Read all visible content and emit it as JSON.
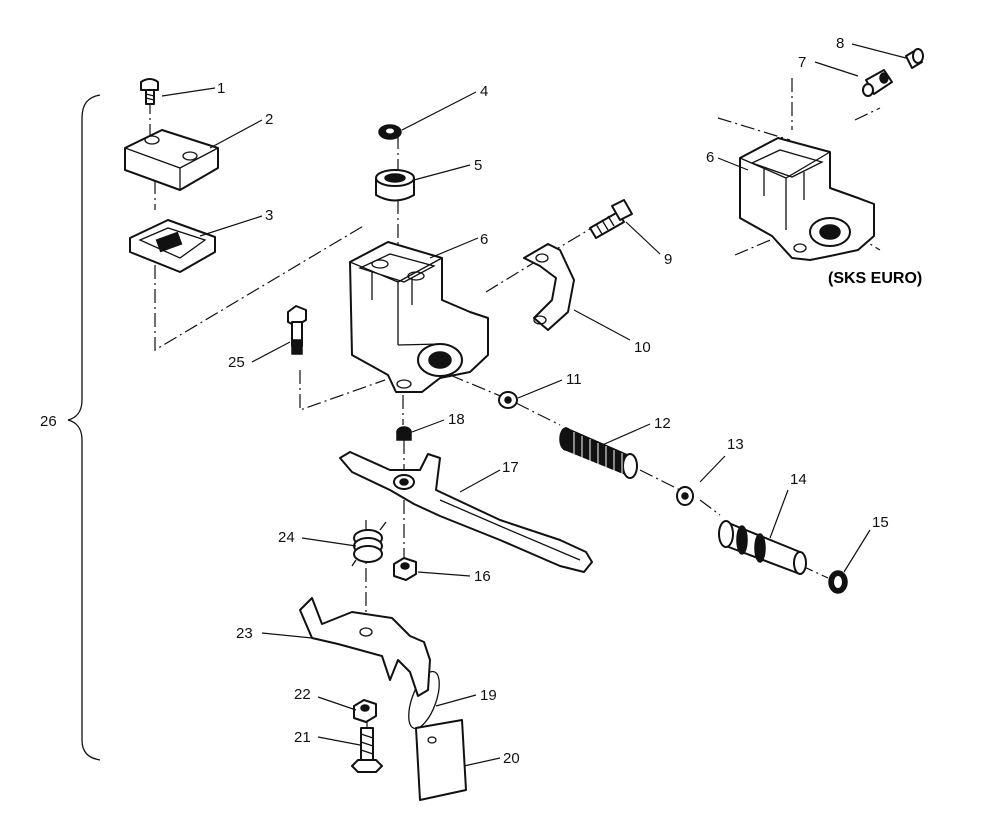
{
  "callouts": [
    "1",
    "2",
    "3",
    "4",
    "5",
    "6",
    "7",
    "8",
    "9",
    "10",
    "11",
    "12",
    "13",
    "14",
    "15",
    "16",
    "17",
    "18",
    "19",
    "20",
    "21",
    "22",
    "23",
    "24",
    "25",
    "26"
  ],
  "callout_6_inset": "6",
  "inset_label": "(SKS EURO)"
}
